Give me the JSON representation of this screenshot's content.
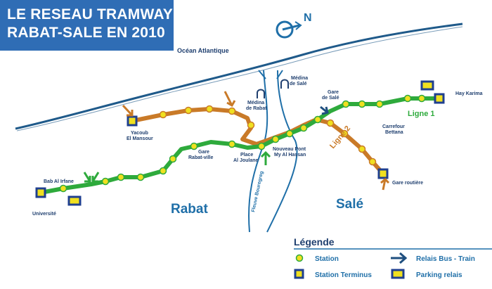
{
  "title": {
    "line1": "LE RESEAU TRAMWAY",
    "line2": "RABAT-SALE EN 2010",
    "background": "#2f6db5"
  },
  "compass": {
    "label": "N"
  },
  "geography": {
    "ocean": "Océan Atlantique",
    "river": "Fleuve Bouregreg",
    "city_rabat": "Rabat",
    "city_sale": "Salé"
  },
  "lines": {
    "line1": {
      "label": "Ligne 1",
      "color": "#2eaa3c"
    },
    "line2": {
      "label": "Ligne 2",
      "color": "#c97a28"
    }
  },
  "stations": {
    "medina_rabat": "Médina\nde Rabat",
    "medina_sale": "Médina\nde Salé",
    "yacoub": "Yacoub\nEl Mansour",
    "gare_rabat": "Gare\nRabat-ville",
    "place_joulane": "Place\nAl Joulane",
    "nouveau_pont": "Nouveau Pont\nMy Al Hassan",
    "gare_sale": "Gare\nde Salé",
    "hay_karima": "Hay Karima",
    "carrefour_bettana": "Carrefour\nBettana",
    "gare_routiere": "Gare routière",
    "bab_al_irfane": "Bab Al Irfane",
    "universite": "Université"
  },
  "legend": {
    "title": "Légende",
    "station": "Station",
    "terminus": "Station Terminus",
    "relais_bus_train": "Relais Bus - Train",
    "parking": "Parking relais"
  },
  "colors": {
    "coast": "#1f5a8a",
    "river": "#1f6fa8",
    "station_fill": "#f0e020",
    "terminus": "#1f3f8f",
    "relais_arrow": "#1f4f7f"
  }
}
